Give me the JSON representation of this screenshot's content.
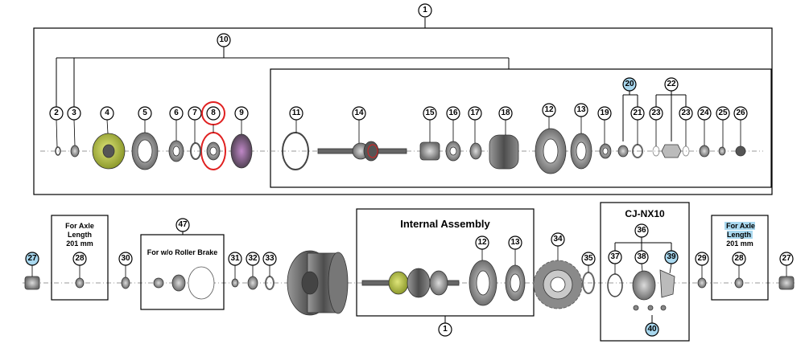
{
  "colors": {
    "highlight": "#a9d8ef",
    "marker": "#e02020",
    "line": "#000000",
    "part_gray": "#555555",
    "part_green": "#b8c44a"
  },
  "top": {
    "assembly": "1",
    "sub_assembly": "10",
    "parts": [
      "2",
      "3",
      "4",
      "5",
      "6",
      "7",
      "8",
      "9",
      "11",
      "14",
      "15",
      "16",
      "17",
      "18",
      "12",
      "13",
      "19",
      "20",
      "21",
      "22",
      "23",
      "23",
      "24",
      "25",
      "26"
    ]
  },
  "bottom": {
    "left_axle": {
      "part": "27",
      "box_label_line1": "For Axle Length",
      "box_label_line2": "201 mm",
      "box_part": "28"
    },
    "p30": "30",
    "brake_box": {
      "number": "47",
      "title": "For w/o Roller Brake"
    },
    "row_parts": [
      "31",
      "32",
      "33"
    ],
    "internal_assembly": {
      "title": "Internal Assembly",
      "parts": [
        "12",
        "13"
      ],
      "number": "1"
    },
    "sprocket": "34",
    "p35": "35",
    "cj": {
      "title": "CJ-NX10",
      "group": "36",
      "parts": [
        "37",
        "38",
        "39"
      ],
      "bottom": "40"
    },
    "right_axle": {
      "part_29": "29",
      "box_label_line1": "For Axle Length",
      "box_label_line2": "201 mm",
      "box_part": "28",
      "part_27": "27"
    }
  }
}
